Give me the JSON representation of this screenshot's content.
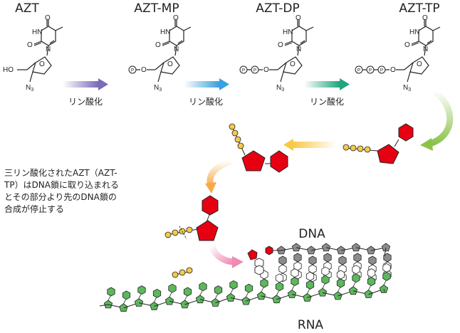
{
  "titles": {
    "azt": "AZT",
    "azt_mp": "AZT-MP",
    "azt_dp": "AZT-DP",
    "azt_tp": "AZT-TP"
  },
  "arrow_labels": {
    "step1": "リン酸化",
    "step2": "リン酸化",
    "step3": "リン酸化"
  },
  "atoms": {
    "o": "O",
    "n": "N",
    "hn": "HN",
    "ho": "HO",
    "n3": "N",
    "n3_sub": "3",
    "p": "P"
  },
  "note": {
    "line1": "三リン酸化されたAZT（AZT-",
    "line2": "TP）はDNA鎖に取り込まれる",
    "line3": "とその部分より先のDNA鎖の",
    "line4": "合成が停止する"
  },
  "strands": {
    "dna": "DNA",
    "rna": "RNA"
  },
  "colors": {
    "red": "#e60012",
    "yellow": "#f7c948",
    "gray": "#8c8c8c",
    "green": "#5cb85c",
    "purple_arrow": "#7b6bb8",
    "blue_arrow": "#3aa0df",
    "teal_arrow": "#20a57e",
    "lime_arrow": "#8bc34a",
    "orange_arrow": "#f7a94a",
    "pink_arrow": "#f08bb4"
  }
}
